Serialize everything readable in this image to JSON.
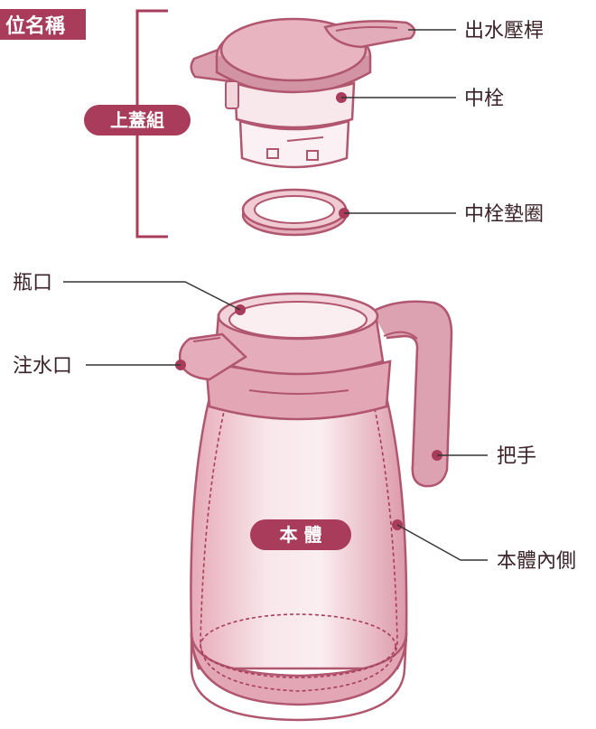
{
  "title": "位名稱",
  "groups": {
    "lid_group": "上蓋組",
    "body": "本 體"
  },
  "callouts": {
    "pour_lever": "出水壓桿",
    "stopper": "中栓",
    "stopper_gasket": "中栓墊圈",
    "bottle_mouth": "瓶口",
    "spout": "注水口",
    "handle": "把手",
    "body_inner": "本體內側"
  },
  "colors": {
    "accent": "#a83c5a",
    "outline": "#b0566f",
    "fill": "#e8b4c0",
    "fill_light": "#f6e3e8",
    "leader": "#333333"
  }
}
